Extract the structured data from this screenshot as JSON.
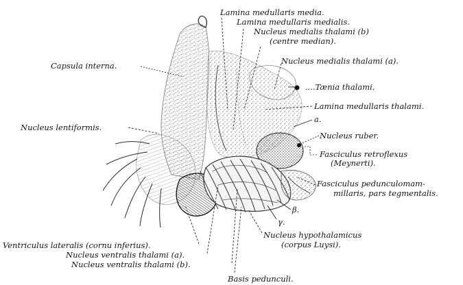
{
  "labels": {
    "lamina_medullaris_media": "Lamina medullaris media.",
    "lamina_medullaris_medialis": "Lamina medullaris medialis.",
    "nucleus_medialis_thalami_b": "Nucleus medialis thalami (b)",
    "centre_median": "(centre median).",
    "nucleus_medialis_thalami_a": "Nucleus medialis thalami (a).",
    "taenia_thalami": "....Tænia thalami.",
    "capsula_interna": "Capsula interna.",
    "lamina_medullaris_thalami": "Lamina medullaris thalami.",
    "letter_a": "a.",
    "nucleus_lentiformis": "Nucleus lentiformis.",
    "nucleus_ruber": "Nucleus ruber.",
    "fasciculus_retroflexus": "Fasciculus retroflexus",
    "meynerti": "(Meynerti).",
    "fasciculus_pedunculomam": "Fasciculus pedunculomam-",
    "millaris_pars_tegmentalis": "millaris, pars tegmentalis.",
    "letter_beta": "β.",
    "letter_gamma": "γ.",
    "nucleus_hypothalamicus": "Nucleus hypothalamicus",
    "corpus_luysi": "(corpus Luysi).",
    "ventriculus_lateralis": "Ventriculus lateralis (cornu inferius).",
    "nucleus_ventralis_thalami_a": "Nucleus ventralis thalami (a).",
    "nucleus_ventralis_thalami_b": "Nucleus ventralis thalami (b).",
    "basis_pedunculi": "Basis pedunculi."
  }
}
